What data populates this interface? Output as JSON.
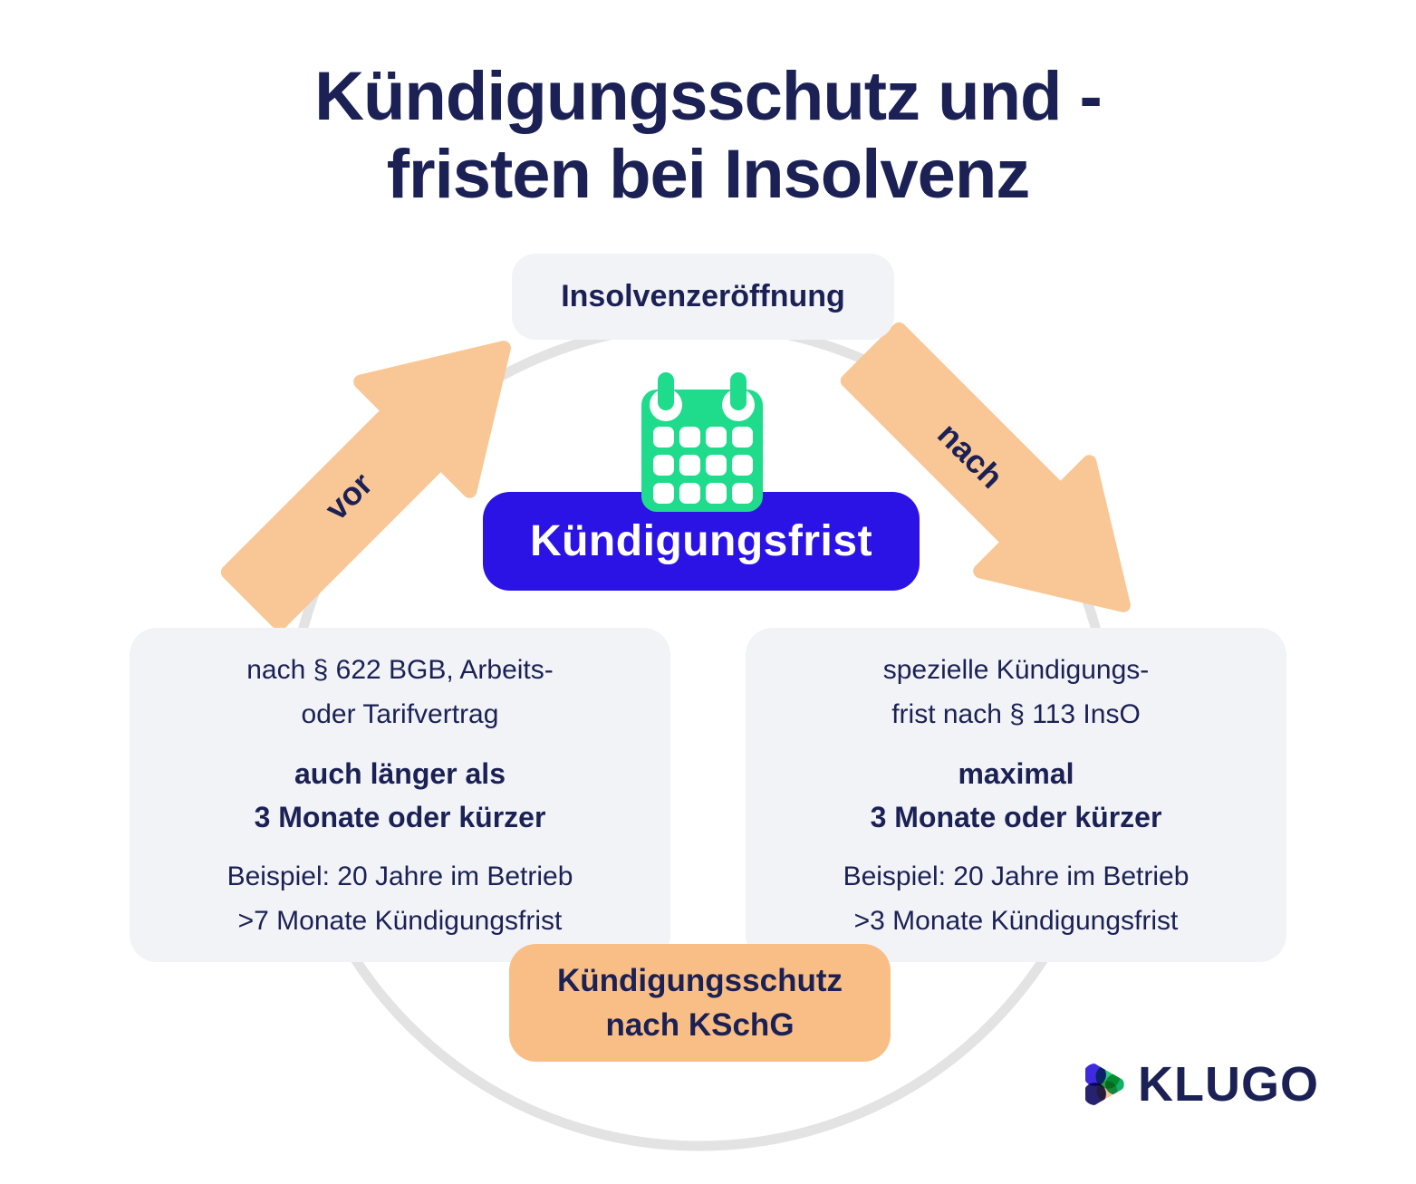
{
  "title": {
    "line1": "Kündigungsschutz und -",
    "line2": "fristen bei Insolvenz"
  },
  "diagram": {
    "top_label": "Insolvenzeröffnung",
    "arrow_left_label": "vor",
    "arrow_right_label": "nach",
    "center_label": "Kündigungsfrist",
    "left_box": {
      "intro_line1": "nach § 622 BGB, Arbeits-",
      "intro_line2": "oder Tarifvertrag",
      "highlight_line1": "auch länger als",
      "highlight_line2": "3 Monate oder kürzer",
      "example_line1": "Beispiel: 20 Jahre im Betrieb",
      "example_line2": ">7 Monate Kündigungsfrist"
    },
    "right_box": {
      "intro_line1": "spezielle Kündigungs-",
      "intro_line2": "frist nach § 113 InsO",
      "highlight_line1": "maximal",
      "highlight_line2": "3 Monate oder kürzer",
      "example_line1": "Beispiel: 20 Jahre im Betrieb",
      "example_line2": ">3 Monate Kündigungsfrist"
    },
    "bottom_box": {
      "line1": "Kündigungsschutz",
      "line2": "nach KSchG"
    }
  },
  "logo": {
    "text": "KLUGO"
  },
  "colors": {
    "navy": "#1B2155",
    "box-gray": "#F1F3F6",
    "orange": "#F9C795",
    "orange-deep": "#F9BE85",
    "blue": "#2A13E4",
    "green": "#1FDB8C",
    "circle-gray": "#E3E3E3",
    "white": "#FFFFFF"
  }
}
